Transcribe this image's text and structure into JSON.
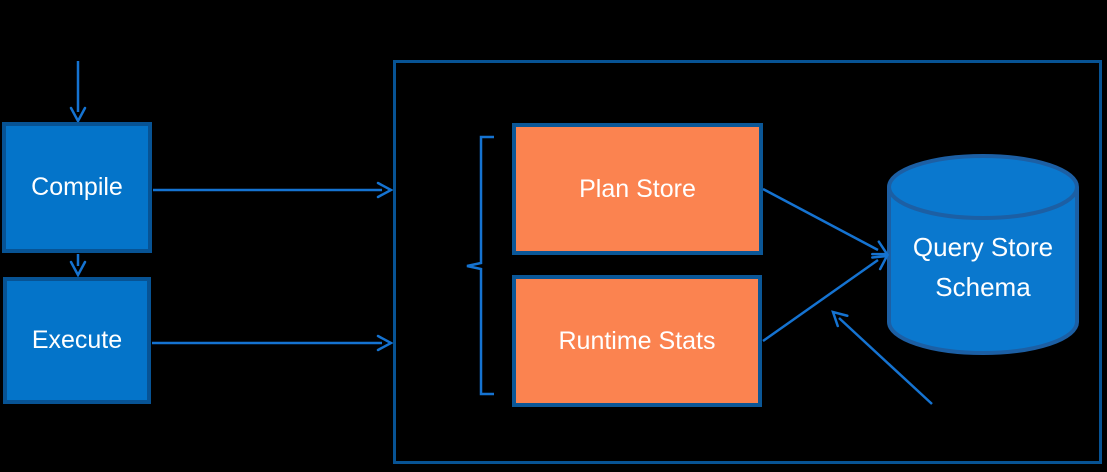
{
  "diagram": {
    "nodes": {
      "compile": {
        "label": "Compile"
      },
      "execute": {
        "label": "Execute"
      },
      "plan_store": {
        "label": "Plan Store"
      },
      "runtime_stats": {
        "label": "Runtime Stats"
      },
      "query_store_schema": {
        "label": "Query Store Schema"
      }
    },
    "icons": {
      "database_cylinder": "cylinder-shape"
    },
    "colors": {
      "background": "#000000",
      "node-fill": "#0474C9",
      "node-border": "#075394",
      "store-fill": "#FB8350",
      "store-border": "#0B5797",
      "boundary-border": "#075394",
      "cyl-fill": "#0A78CE",
      "cyl-border": "#1C5FA4",
      "arrow": "#1573D1",
      "label": "#FFFFFF"
    }
  }
}
